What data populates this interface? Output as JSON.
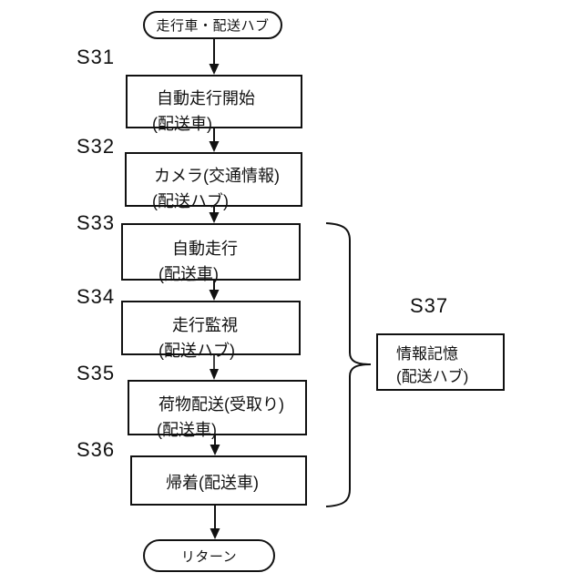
{
  "figure": {
    "background_color": "#ffffff",
    "line_color": "#111111"
  },
  "flow": {
    "start_terminal": {
      "label": "走行車・配送ハブ"
    },
    "end_terminal": {
      "label": "リターン"
    },
    "steps": [
      {
        "id": "S31",
        "lines": [
          "自動走行開始",
          "(配送車)"
        ]
      },
      {
        "id": "S32",
        "lines": [
          "カメラ(交通情報)",
          "(配送ハブ)"
        ]
      },
      {
        "id": "S33",
        "lines": [
          "自動走行",
          "(配送車)"
        ]
      },
      {
        "id": "S34",
        "lines": [
          "走行監視",
          "(配送ハブ)"
        ]
      },
      {
        "id": "S35",
        "lines": [
          "荷物配送(受取り)",
          "(配送車)"
        ]
      },
      {
        "id": "S36",
        "lines": [
          "帰着(配送車)"
        ]
      }
    ],
    "side_step": {
      "id": "S37",
      "lines": [
        "情報記憶",
        "(配送ハブ)"
      ]
    }
  }
}
